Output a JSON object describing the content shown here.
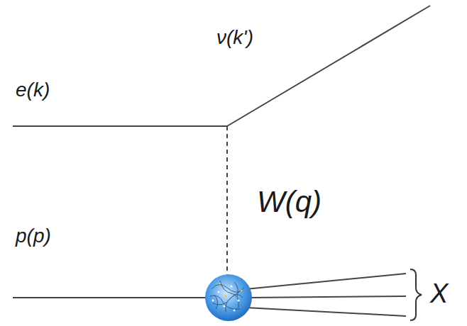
{
  "diagram": {
    "labels": [
      "e(k)",
      "ν(k')",
      "W(q)",
      "p(p)",
      "X"
    ]
  }
}
